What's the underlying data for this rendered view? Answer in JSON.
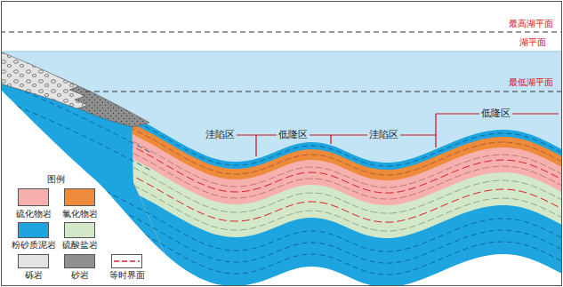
{
  "diagram": {
    "labels": [
      "最高湖平面",
      "湖平面",
      "最低湖平面",
      "洼陷区",
      "低隆区",
      "洼陷区",
      "低隆区",
      "图例"
    ],
    "legend": [
      {
        "text": "硫化物岩",
        "color": "#f6b0ae"
      },
      {
        "text": "氯化物岩",
        "color": "#ee8b3b"
      },
      {
        "text": "粉砂质泥岩",
        "color": "#1ea5e0"
      },
      {
        "text": "硫酸盐岩",
        "color": "#d3e8c9"
      },
      {
        "text": "砾岩",
        "color": "#e3e3e3"
      },
      {
        "text": "砂岩",
        "color": "#8f8f8f"
      },
      {
        "text": "等时界面"
      }
    ]
  }
}
